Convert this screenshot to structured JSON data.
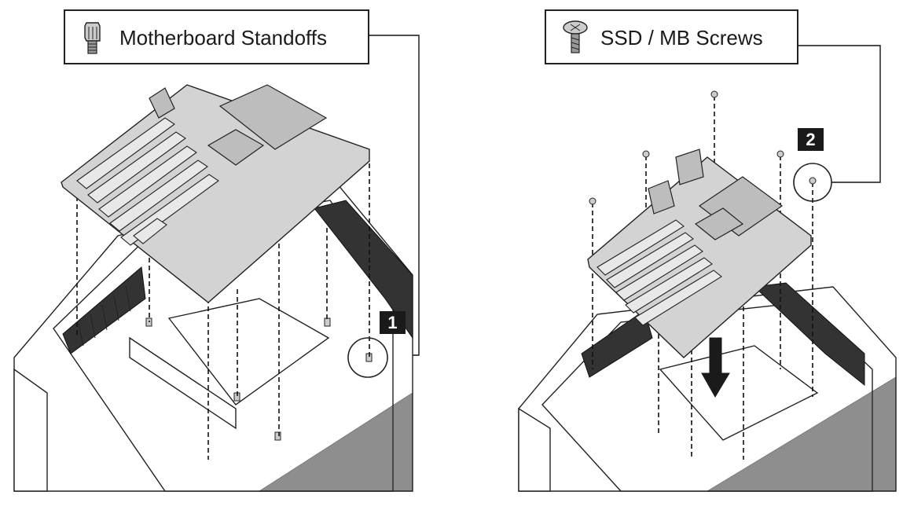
{
  "left_panel": {
    "label": "Motherboard Standoffs",
    "icon": "standoff-icon",
    "step": "1"
  },
  "right_panel": {
    "label": "SSD / MB Screws",
    "icon": "screw-icon",
    "step": "2"
  }
}
